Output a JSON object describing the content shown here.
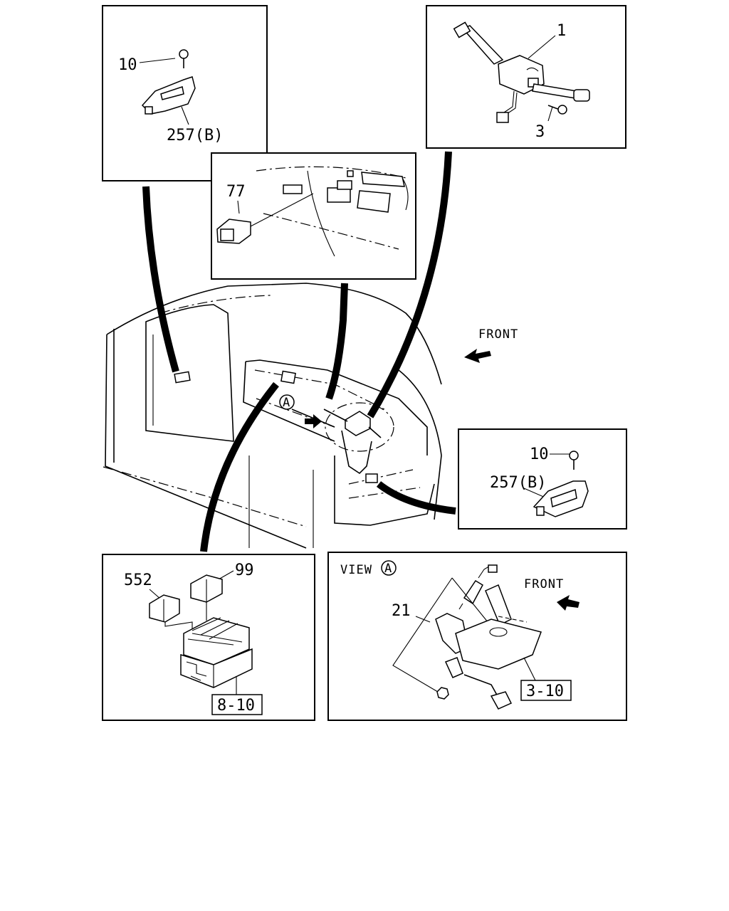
{
  "labels": {
    "top_left_screw": "10",
    "top_left_switch": "257(B)",
    "top_right_combo": "1",
    "top_right_screw": "3",
    "dash_switch": "77",
    "front_main": "FRONT",
    "view_marker": "A",
    "right_screw": "10",
    "right_switch": "257(B)",
    "relay_a": "552",
    "relay_b": "99",
    "relay_ref": "8-10",
    "view_title": "VIEW",
    "view_title_marker": "A",
    "view_front": "FRONT",
    "pedal_switch": "21",
    "pedal_ref": "3-10"
  }
}
